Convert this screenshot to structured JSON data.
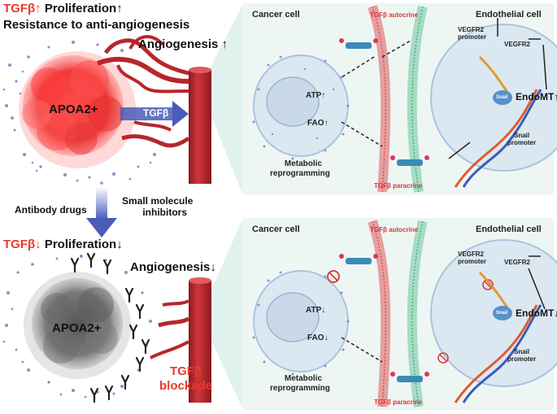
{
  "top_left": {
    "tgfb_label": "TGFβ",
    "proliferation_label": "Proliferation",
    "resistance_label": "Resistance to anti-angiogenesis",
    "angiogenesis_label": "Angiogenesis",
    "apoa2_label": "APOA2+",
    "tgfb_arrow_label": "TGFβ"
  },
  "middle_left": {
    "antibody_label": "Antibody drugs",
    "small_molecule_label_1": "Small molecule",
    "small_molecule_label_2": "inhibitors"
  },
  "bottom_left": {
    "tgfb_label": "TGFβ",
    "proliferation_label": "Proliferation",
    "angiogenesis_label": "Angiogenesis",
    "apoa2_label": "APOA2+",
    "blockade_label_1": "TGFβ",
    "blockade_label_2": "blockade"
  },
  "top_panel": {
    "cancer_cell_label": "Cancer cell",
    "endothelial_cell_label": "Endothelial cell",
    "autocrine_label": "TGFβ autocrine",
    "paracrine_label": "TGFβ paracrine",
    "atp_label": "ATP",
    "fao_label": "FAO",
    "metabolic_label_1": "Metabolic",
    "metabolic_label_2": "reprogramming",
    "vegfr2_promoter_label_1": "VEGFR2",
    "vegfr2_promoter_label_2": "promoter",
    "vegfr2_label": "VEGFR2",
    "snail_label": "Snail",
    "endomt_label": "EndoMT",
    "snail_promoter_label_1": "Snail",
    "snail_promoter_label_2": "promoter"
  },
  "bottom_panel": {
    "cancer_cell_label": "Cancer cell",
    "endothelial_cell_label": "Endothelial cell",
    "autocrine_label": "TGFβ autocrine",
    "paracrine_label": "TGFβ paracrine",
    "atp_label": "ATP",
    "fao_label": "FAO",
    "metabolic_label_1": "Metabolic",
    "metabolic_label_2": "reprogramming",
    "vegfr2_promoter_label_1": "VEGFR2",
    "vegfr2_promoter_label_2": "promoter",
    "vegfr2_label": "VEGFR2",
    "snail_label": "Snail",
    "endomt_label": "EndoMT",
    "snail_promoter_label_1": "Snail",
    "snail_promoter_label_2": "promoter"
  },
  "colors": {
    "red_accent": "#e63a2e",
    "vessel_red": "#b8262c",
    "arrow_blue": "#4a5cb8",
    "dot_purple": "#7e78c4",
    "panel_bg": "#eef6f4",
    "tumor_gray": "#6e6e6e"
  }
}
